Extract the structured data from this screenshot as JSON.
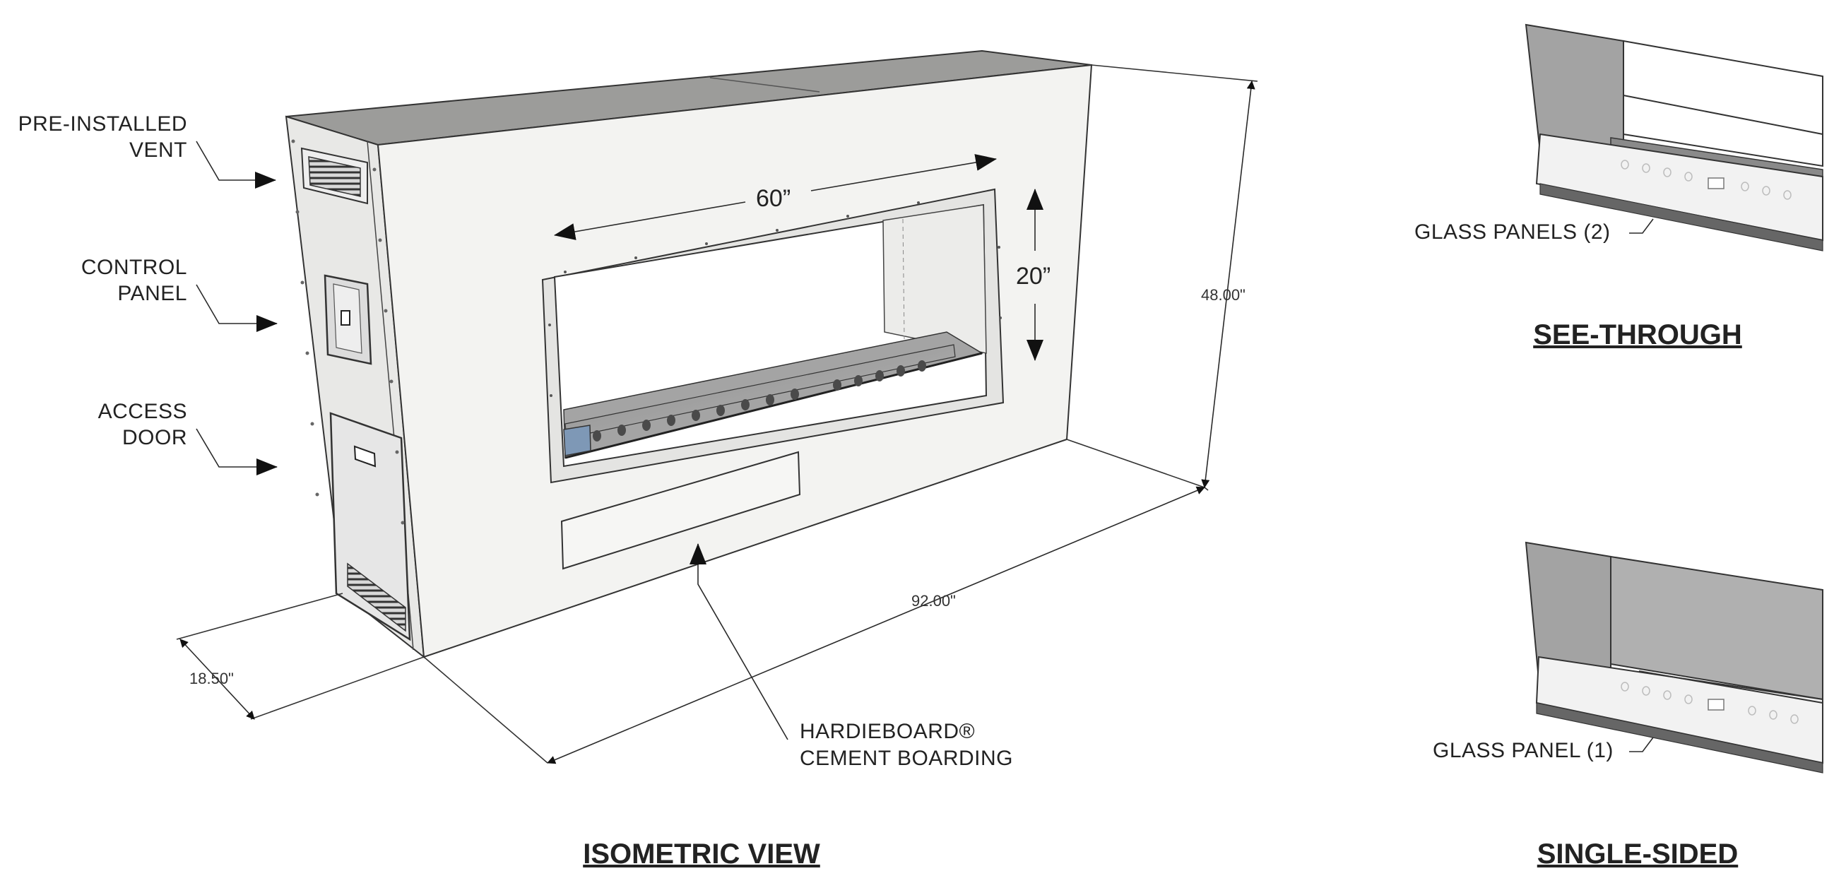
{
  "labels": {
    "vent": [
      "PRE-INSTALLED",
      "VENT"
    ],
    "control": [
      "CONTROL",
      "PANEL"
    ],
    "access": [
      "ACCESS",
      "DOOR"
    ],
    "hardie": [
      "HARDIEBOARD®",
      "CEMENT BOARDING"
    ],
    "glass_two": "GLASS PANELS (2)",
    "glass_one": "GLASS PANEL (1)"
  },
  "dimensions": {
    "opening_width": "60”",
    "opening_height": "20”",
    "height": "48.00\"",
    "width": "92.00\"",
    "depth": "18.50\""
  },
  "titles": {
    "isometric": "ISOMETRIC VIEW",
    "see_through": "SEE-THROUGH",
    "single_sided": "SINGLE-SIDED"
  },
  "colors": {
    "front_face": "#f3f3f1",
    "side_face": "#e9e9e7",
    "top_face": "#9a9a98",
    "interior_grey": "#a8a8a8",
    "burner_blue": "#7e98b6"
  }
}
